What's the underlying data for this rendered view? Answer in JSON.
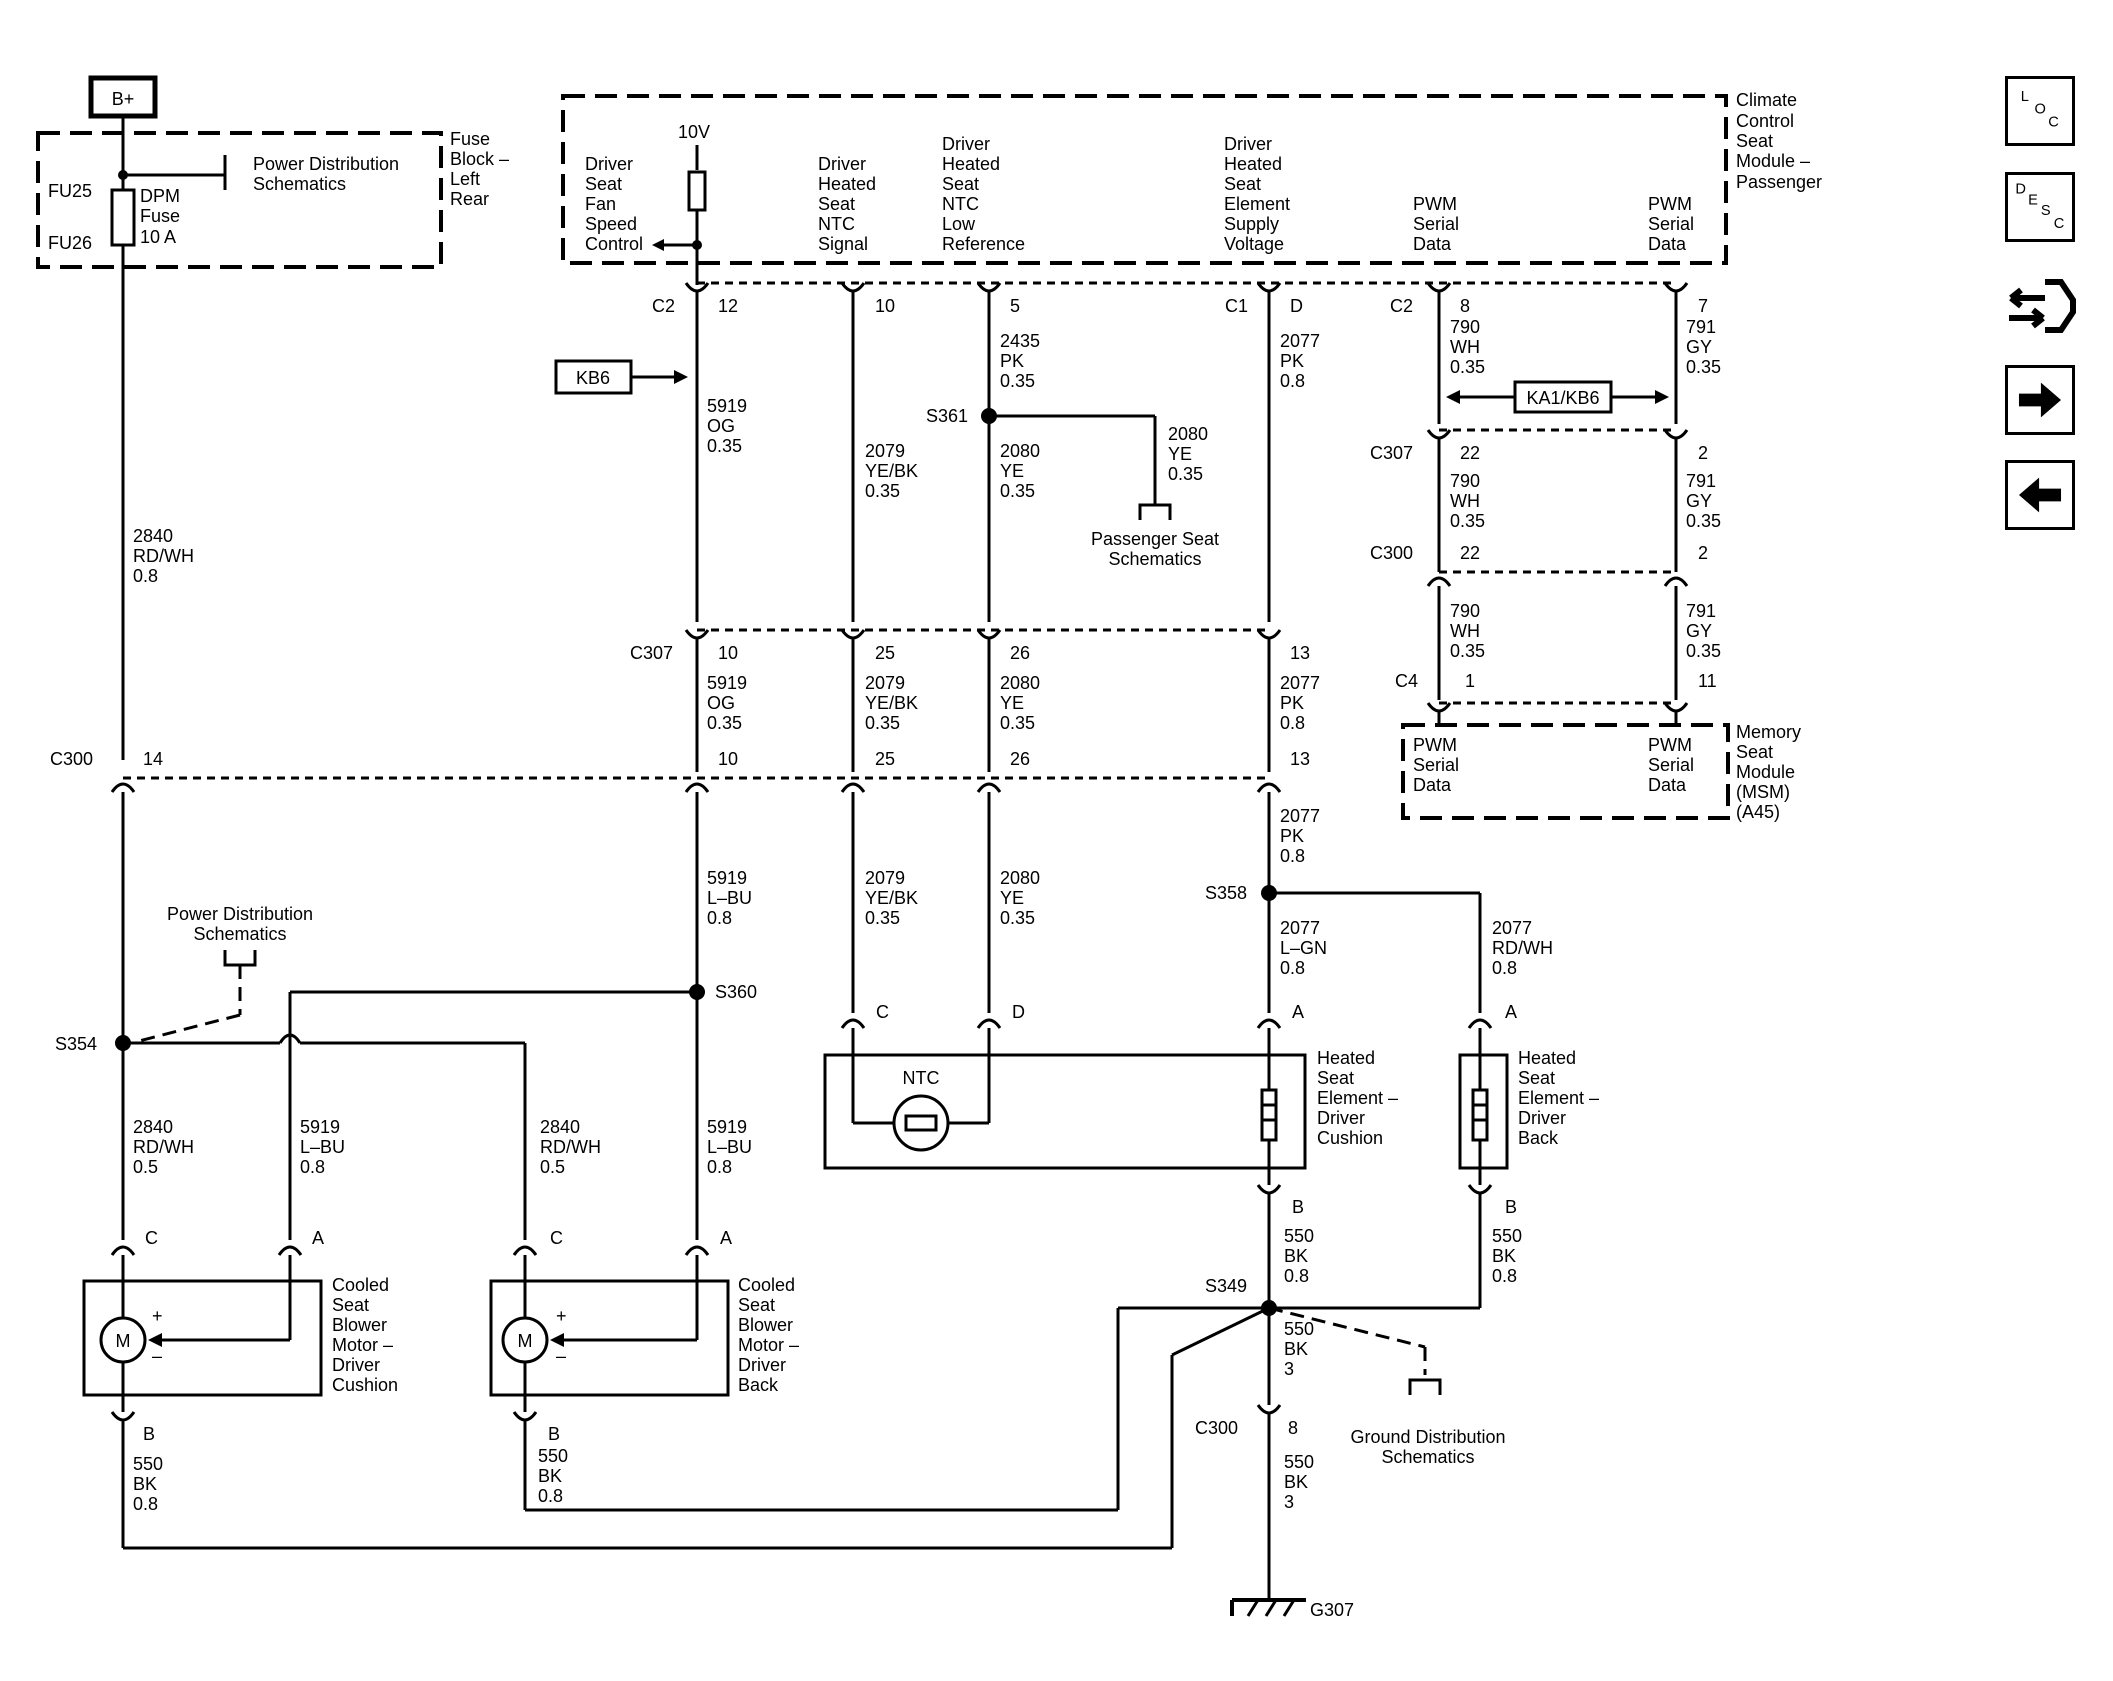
{
  "supply": {
    "battery": "B+",
    "fuse_block": "Fuse Block – Left Rear",
    "fu25": "FU25",
    "fu26": "FU26",
    "fuse": "DPM Fuse 10 A",
    "pds_top": "Power Distribution Schematics",
    "pds_mid": "Power Distribution Schematics"
  },
  "module_ccsm": {
    "name": "Climate Control Seat Module – Passenger",
    "v10": "10V",
    "pins": [
      "Driver Seat Fan Speed Control",
      "Driver Heated Seat NTC Signal",
      "Driver Heated Seat NTC Low Reference",
      "Driver Heated Seat Element Supply Voltage",
      "PWM Serial Data",
      "PWM Serial Data"
    ]
  },
  "module_msm": {
    "name": "Memory Seat Module (MSM) (A45)",
    "pin_left": "PWM Serial Data",
    "pin_right": "PWM Serial Data"
  },
  "connectors": {
    "c2": "C2",
    "c1": "C1",
    "c307": "C307",
    "c300": "C300",
    "c4": "C4"
  },
  "pins": {
    "p12": "12",
    "p10": "10",
    "p5": "5",
    "pd": "D",
    "p8": "8",
    "p7": "7",
    "p22": "22",
    "p2": "2",
    "p1": "1",
    "p11": "11",
    "p25": "25",
    "p26": "26",
    "p13": "13",
    "p14": "14"
  },
  "splices": {
    "s361": "S361",
    "s360": "S360",
    "s354": "S354",
    "s358": "S358",
    "s349": "S349"
  },
  "options": {
    "kb6": "KB6",
    "ka1kb6": "KA1/KB6"
  },
  "wires": {
    "w2840_rdwh_08": "2840 RD/WH 0.8",
    "w5919_og": "5919 OG 0.35",
    "w2079_yebk": "2079 YE/BK 0.35",
    "w2435_pk": "2435 PK 0.35",
    "w2080_ye_top": "2080 YE 0.35",
    "w2080_ye_branch": "2080 YE 0.35",
    "w2077_pk": "2077 PK 0.8",
    "w790_wh": "790 WH 0.35",
    "w791_gy": "791 GY 0.35",
    "w5919_lbu_08": "5919 L–BU 0.8",
    "w2077_lgn": "2077 L–GN 0.8",
    "w2077_rdwh": "2077 RD/WH 0.8",
    "w2840_rdwh_05": "2840 RD/WH 0.5",
    "w550_bk_08": "550 BK 0.8",
    "w550_bk_3": "550 BK 3"
  },
  "components": {
    "passenger_seat": "Passenger Seat Schematics",
    "ntc": "NTC",
    "hs_cushion": "Heated Seat Element – Driver Cushion",
    "hs_back": "Heated Seat Element – Driver Back",
    "blower_cushion": "Cooled Seat Blower Motor – Driver Cushion",
    "blower_back": "Cooled Seat Blower Motor – Driver Back",
    "motor": "M",
    "plus": "+",
    "minus": "–",
    "gds": "Ground Distribution Schematics",
    "ground": "G307",
    "pin_a": "A",
    "pin_b": "B",
    "pin_c": "C",
    "pin_d": "D"
  },
  "nav": {
    "loc_l": "L",
    "loc_o": "O",
    "loc_c": "C",
    "desc_d": "D",
    "desc_e": "E",
    "desc_s": "S",
    "desc_c": "C"
  },
  "icons": [
    "loc-icon",
    "desc-icon",
    "connector-swap-icon",
    "arrow-right-icon",
    "arrow-left-icon"
  ]
}
